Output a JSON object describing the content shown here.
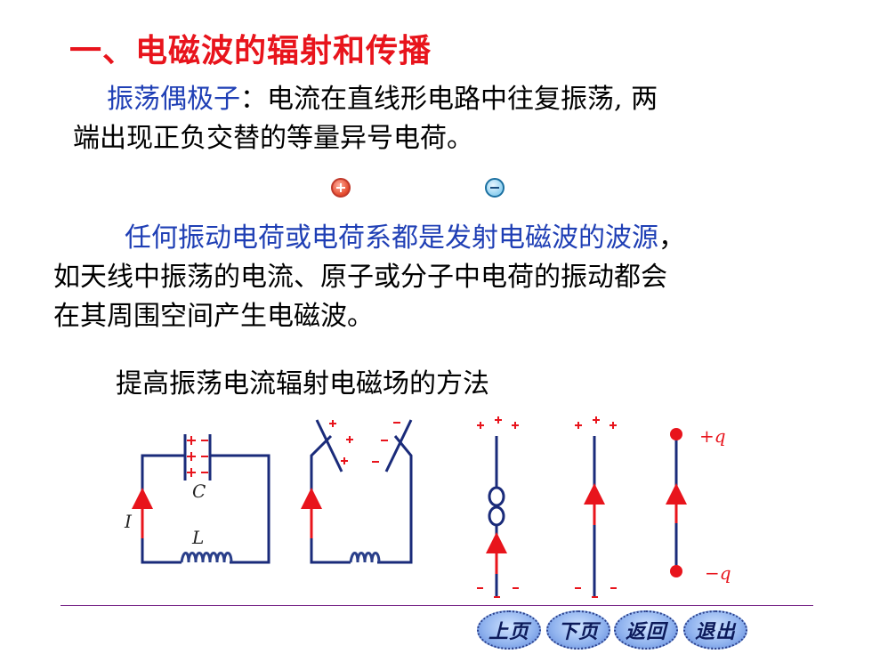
{
  "slide": {
    "title": "一、电磁波的辐射和传播",
    "p1_term": "振荡偶极子",
    "p1_rest_line1": "：电流在直线形电路中往复振荡, 两",
    "p1_line2": "端出现正负交替的等量异号电荷。",
    "p2_blue": "任何振动电荷或电荷系都是发射电磁波的波源",
    "p2_comma": "，",
    "p2_line2": "如天线中振荡的电流、原子或分子中电荷的振动都会",
    "p2_line3": "在其周围空间产生电磁波。",
    "heading2": "提高振荡电流辐射电磁场的方法"
  },
  "diagram": {
    "label_C": "C",
    "label_I": "I",
    "label_L": "L",
    "label_plus_q": "+q",
    "label_minus_q": "−q"
  },
  "nav": {
    "prev": "上页",
    "next": "下页",
    "back": "返回",
    "exit": "退出"
  },
  "colors": {
    "title": "#e8141c",
    "term": "#1f3fb5",
    "wire": "#1a2b7a",
    "current": "#e8141c",
    "coil": "#2a3f8a"
  }
}
